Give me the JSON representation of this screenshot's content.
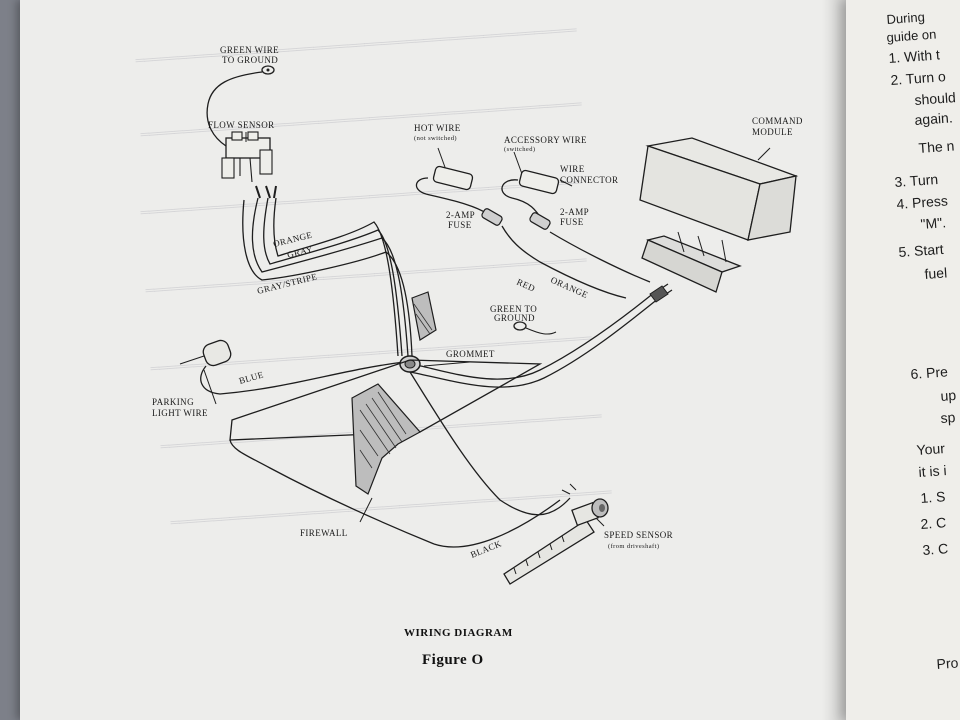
{
  "figure": {
    "title": "WIRING DIAGRAM",
    "label": "Figure O"
  },
  "labels": {
    "green_wire": "GREEN WIRE",
    "to_ground": "TO GROUND",
    "flow_sensor": "FLOW  SENSOR",
    "hot_wire": "HOT WIRE",
    "not_switched": "(not switched)",
    "accessory_wire": "ACCESSORY WIRE",
    "switched": "(switched)",
    "wire": "WIRE",
    "connector": "CONNECTOR",
    "command": "COMMAND",
    "module": "MODULE",
    "fuse_amp_left": "2-AMP",
    "fuse_left": "FUSE",
    "fuse_amp_right": "2-AMP",
    "fuse_right": "FUSE",
    "orange": "ORANGE",
    "gray": "GRAY",
    "gray_stripe": "GRAY/STRIPE",
    "red": "RED",
    "orange2": "ORANGE",
    "green_to": "GREEN TO",
    "ground": "GROUND",
    "grommet": "GROMMET",
    "blue": "BLUE",
    "parking": "PARKING",
    "light_wire": "LIGHT WIRE",
    "firewall": "FIREWALL",
    "black": "BLACK",
    "speed_sensor": "SPEED SENSOR",
    "from_driveshaft": "(from driveshaft)"
  },
  "right_page": {
    "lines": [
      "During",
      "guide on",
      "1. With t",
      "2. Turn o",
      "should",
      "again.",
      "The n",
      "3. Turn",
      "4. Press",
      "\"M\".",
      "5. Start",
      "fuel",
      "6. Pre",
      "up",
      "sp",
      "Your",
      "it is i",
      "1. S",
      "2. C",
      "3. C",
      "Pro"
    ]
  }
}
